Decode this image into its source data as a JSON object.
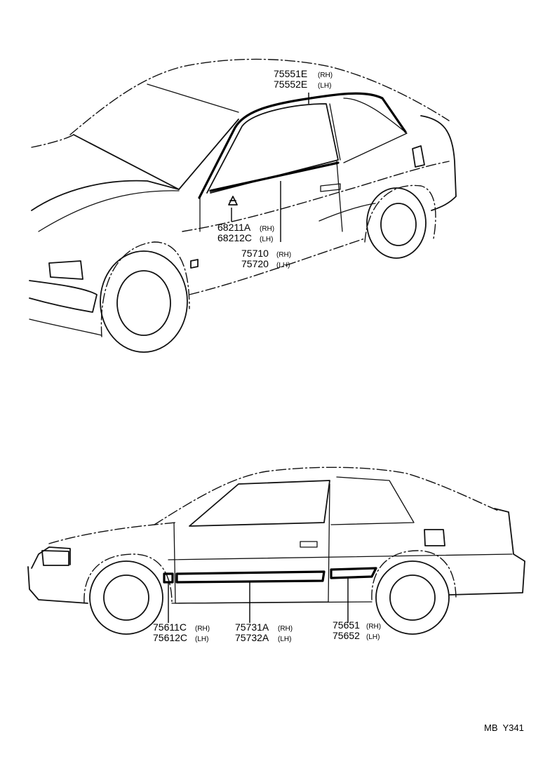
{
  "labels": {
    "l1": {
      "num": "75551E",
      "side": "(RH)"
    },
    "l2": {
      "num": "75552E",
      "side": "(LH)"
    },
    "l3": {
      "num": "68211A",
      "side": "(RH)"
    },
    "l4": {
      "num": "68212C",
      "side": "(LH)"
    },
    "l5": {
      "num": "75710",
      "side": "(RH)"
    },
    "l6": {
      "num": "75720",
      "side": "(LH)"
    },
    "l7": {
      "num": "75611C",
      "side": "(RH)"
    },
    "l8": {
      "num": "75612C",
      "side": "(LH)"
    },
    "l9": {
      "num": "75731A",
      "side": "(RH)"
    },
    "l10": {
      "num": "75732A",
      "side": "(LH)"
    },
    "l11": {
      "num": "75651",
      "side": "(RH)"
    },
    "l12": {
      "num": "75652",
      "side": "(LH)"
    }
  },
  "footer_code": "MB  Y341"
}
